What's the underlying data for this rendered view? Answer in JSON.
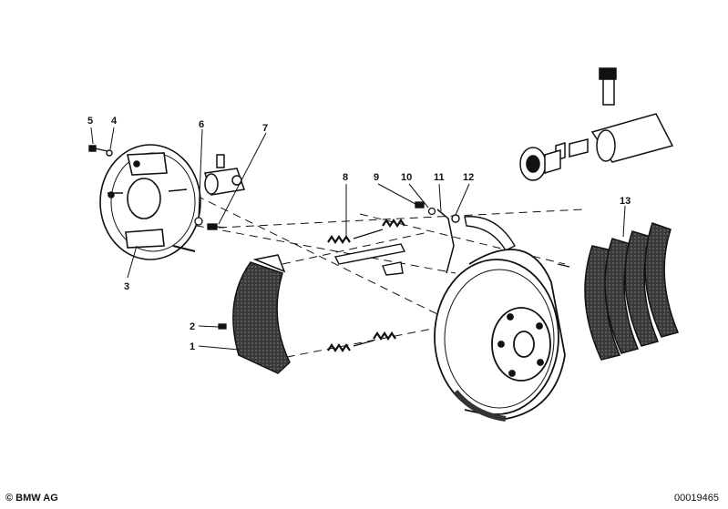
{
  "callouts": {
    "c1": "1",
    "c2": "2",
    "c3": "3",
    "c4": "4",
    "c5": "5",
    "c6": "6",
    "c7": "7",
    "c8": "8",
    "c9": "9",
    "c10": "10",
    "c11": "11",
    "c12": "12",
    "c13": "13"
  },
  "footer": {
    "copyright": "© BMW AG",
    "doc_number": "00019465"
  },
  "colors": {
    "ink": "#111111",
    "paper": "#ffffff",
    "lining": "#2a2a2a"
  }
}
